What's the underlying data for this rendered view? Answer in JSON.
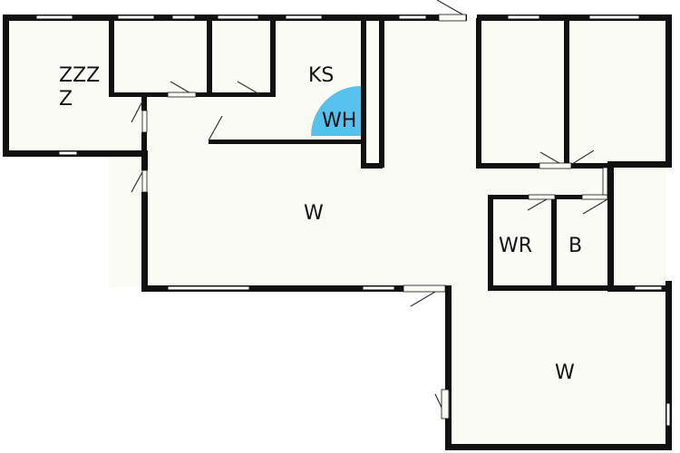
{
  "floorplan": {
    "colors": {
      "wall": "#111111",
      "floor": "#fbfbf5",
      "window": "#ffffff",
      "heater": "#55c1ec",
      "door_line": "#333333"
    },
    "rooms": {
      "bedroom_label_line1": "ZZZ",
      "bedroom_label_line2": "Z",
      "kitchen_label": "KS",
      "heater_label": "WH",
      "living_label": "W",
      "washroom_label": "WR",
      "bath_label": "B",
      "lower_living_label": "W"
    }
  }
}
